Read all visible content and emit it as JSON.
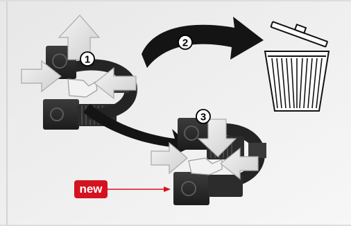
{
  "steps": [
    {
      "label": "1"
    },
    {
      "label": "2"
    },
    {
      "label": "3"
    }
  ],
  "badge": {
    "text": "new",
    "color": "#d5121f"
  },
  "icons": {
    "trash": "trash-bin-icon",
    "connector_old": "connector-module-old",
    "connector_new": "connector-module-new"
  },
  "colors": {
    "background": "#eeeeee",
    "arrow_dark": "#141414",
    "arrow_light": "#e2e2e2",
    "module_dark": "#2a2a2a",
    "accent": "#d5121f"
  }
}
